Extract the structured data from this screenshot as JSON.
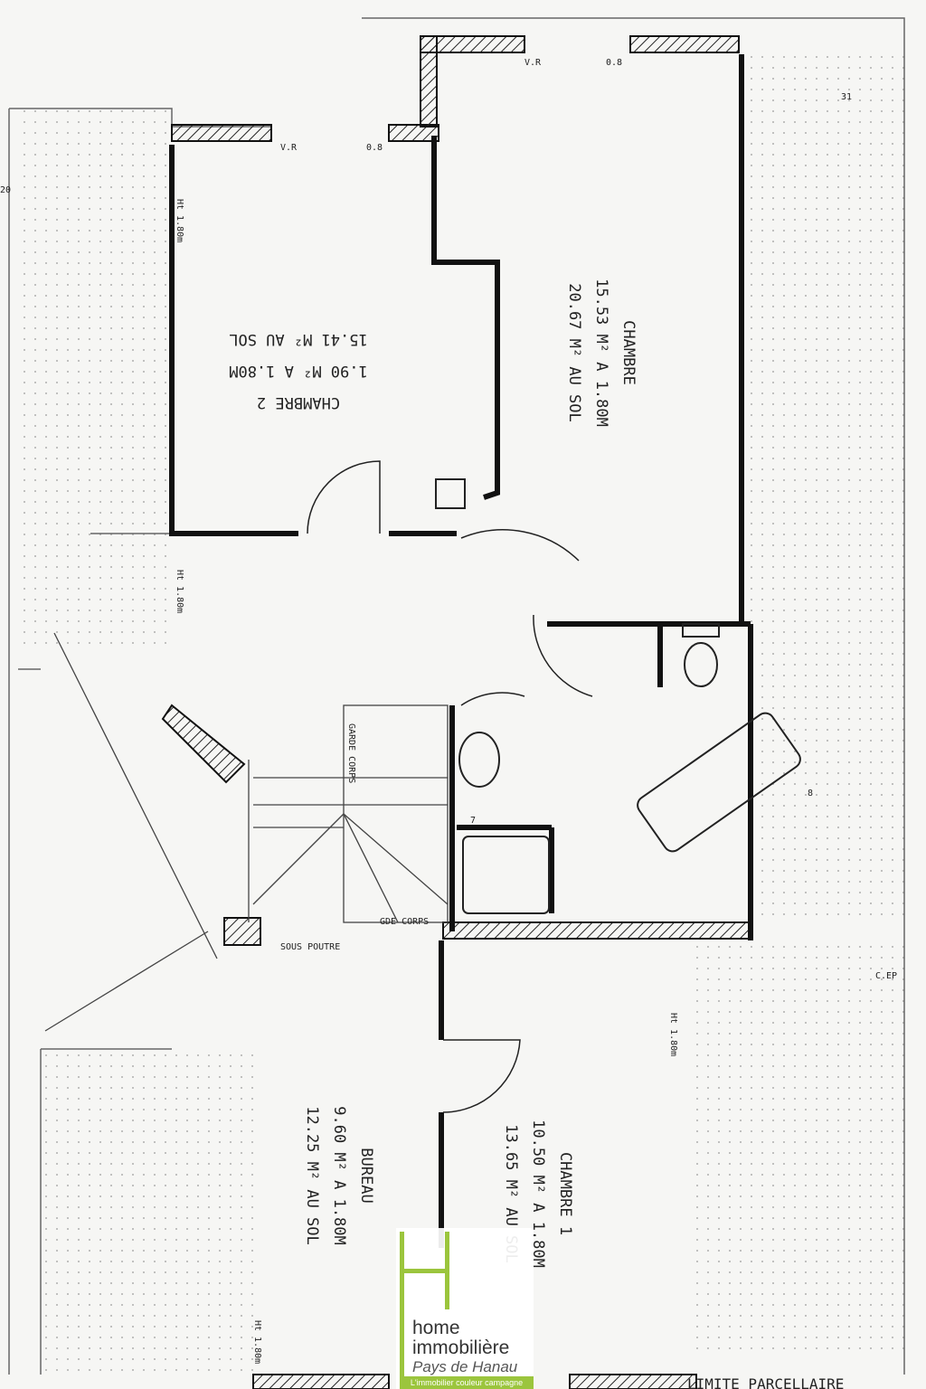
{
  "rooms": [
    {
      "name": "CHAMBRE 2",
      "area_180": "1.90 M² A 1.80M",
      "area_floor": "15.41 M² AU SOL"
    },
    {
      "name": "CHAMBRE",
      "area_180": "15.53 M² A 1.80M",
      "area_floor": "20.67 M² AU SOL"
    },
    {
      "name": "BUREAU",
      "area_180": "9.60 M² A 1.80M",
      "area_floor": "12.25 M² AU SOL"
    },
    {
      "name": "CHAMBRE 1",
      "area_180": "10.50 M² A 1.80M",
      "area_floor": "13.65 M² AU SOL"
    }
  ],
  "annotations": {
    "vr": "V.R",
    "window_width": "0.8",
    "height_180": "Ht 1.80m",
    "garde_corps": "GARDE CORPS",
    "sous_poutre": "SOUS POUTRE",
    "garde_corps_bottom": "GDE CORPS",
    "limite": "LIMITE PARCELLAIRE",
    "cep": "C.EP",
    "dim_31": "31",
    "dim_20": "20",
    "dim_7": "7",
    "dim_8": "8"
  },
  "logo": {
    "line1": "home",
    "line2": "immobilière",
    "line3": "Pays de Hanau",
    "tagline": "L'immobilier couleur campagne",
    "accent": "#9bc53d"
  }
}
